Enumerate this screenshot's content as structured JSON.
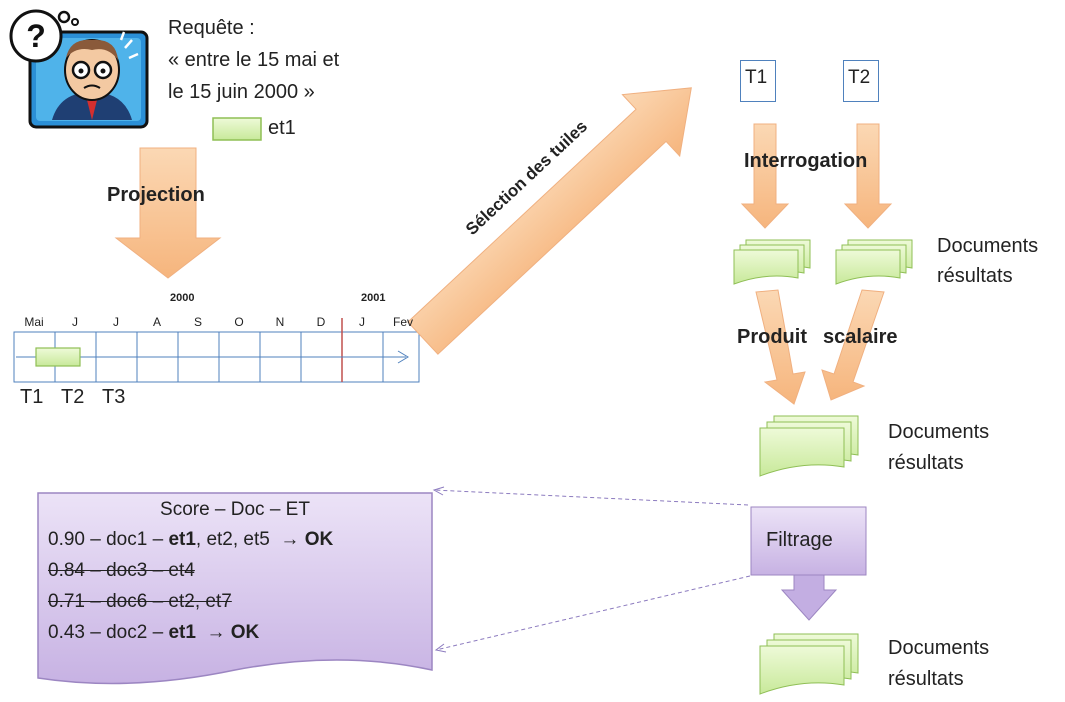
{
  "query": {
    "title": "Requête :",
    "line1": "« entre le 15 mai et",
    "line2": "le 15 juin 2000 »",
    "legend_label": "et1"
  },
  "steps": {
    "projection": "Projection",
    "selection": "Sélection des tuiles",
    "interrogation": "Interrogation",
    "scalar_product_1": "Produit",
    "scalar_product_2": "scalaire",
    "filtering": "Filtrage"
  },
  "timeline": {
    "year_2000": "2000",
    "year_2001": "2001",
    "months": [
      "Mai",
      "J",
      "J",
      "A",
      "S",
      "O",
      "N",
      "D",
      "J",
      "Fev"
    ],
    "tiles": [
      "T1",
      "T2",
      "T3"
    ]
  },
  "selected_tiles": [
    "T1",
    "T2"
  ],
  "results": {
    "docs_1_line1": "Documents",
    "docs_1_line2": "résultats",
    "docs_2_line1": "Documents",
    "docs_2_line2": "résultats",
    "docs_3_line1": "Documents",
    "docs_3_line2": "résultats"
  },
  "score_table": {
    "header": "Score – Doc – ET",
    "rows": [
      {
        "score": "0.90",
        "doc": "doc1",
        "et_bold": "et1",
        "et_rest": ", et2, et5",
        "ok": "OK"
      },
      {
        "text": "0.84 – doc3 – et4"
      },
      {
        "text": "0.71 – doc6 – et2, et7"
      },
      {
        "score": "0.43",
        "doc": "doc2",
        "et_bold": "et1",
        "ok": "OK"
      }
    ]
  },
  "colors": {
    "arrow_orange": "#f8c79a",
    "doc_green": "#d7f0a8",
    "doc_green_border": "#8fbf55",
    "purple_box": "#d8c8ec",
    "purple_border": "#9c86c2",
    "tile_border": "#4f81bd",
    "timeline_blue": "#4f81bd",
    "year_marker_red": "#c0504d"
  }
}
